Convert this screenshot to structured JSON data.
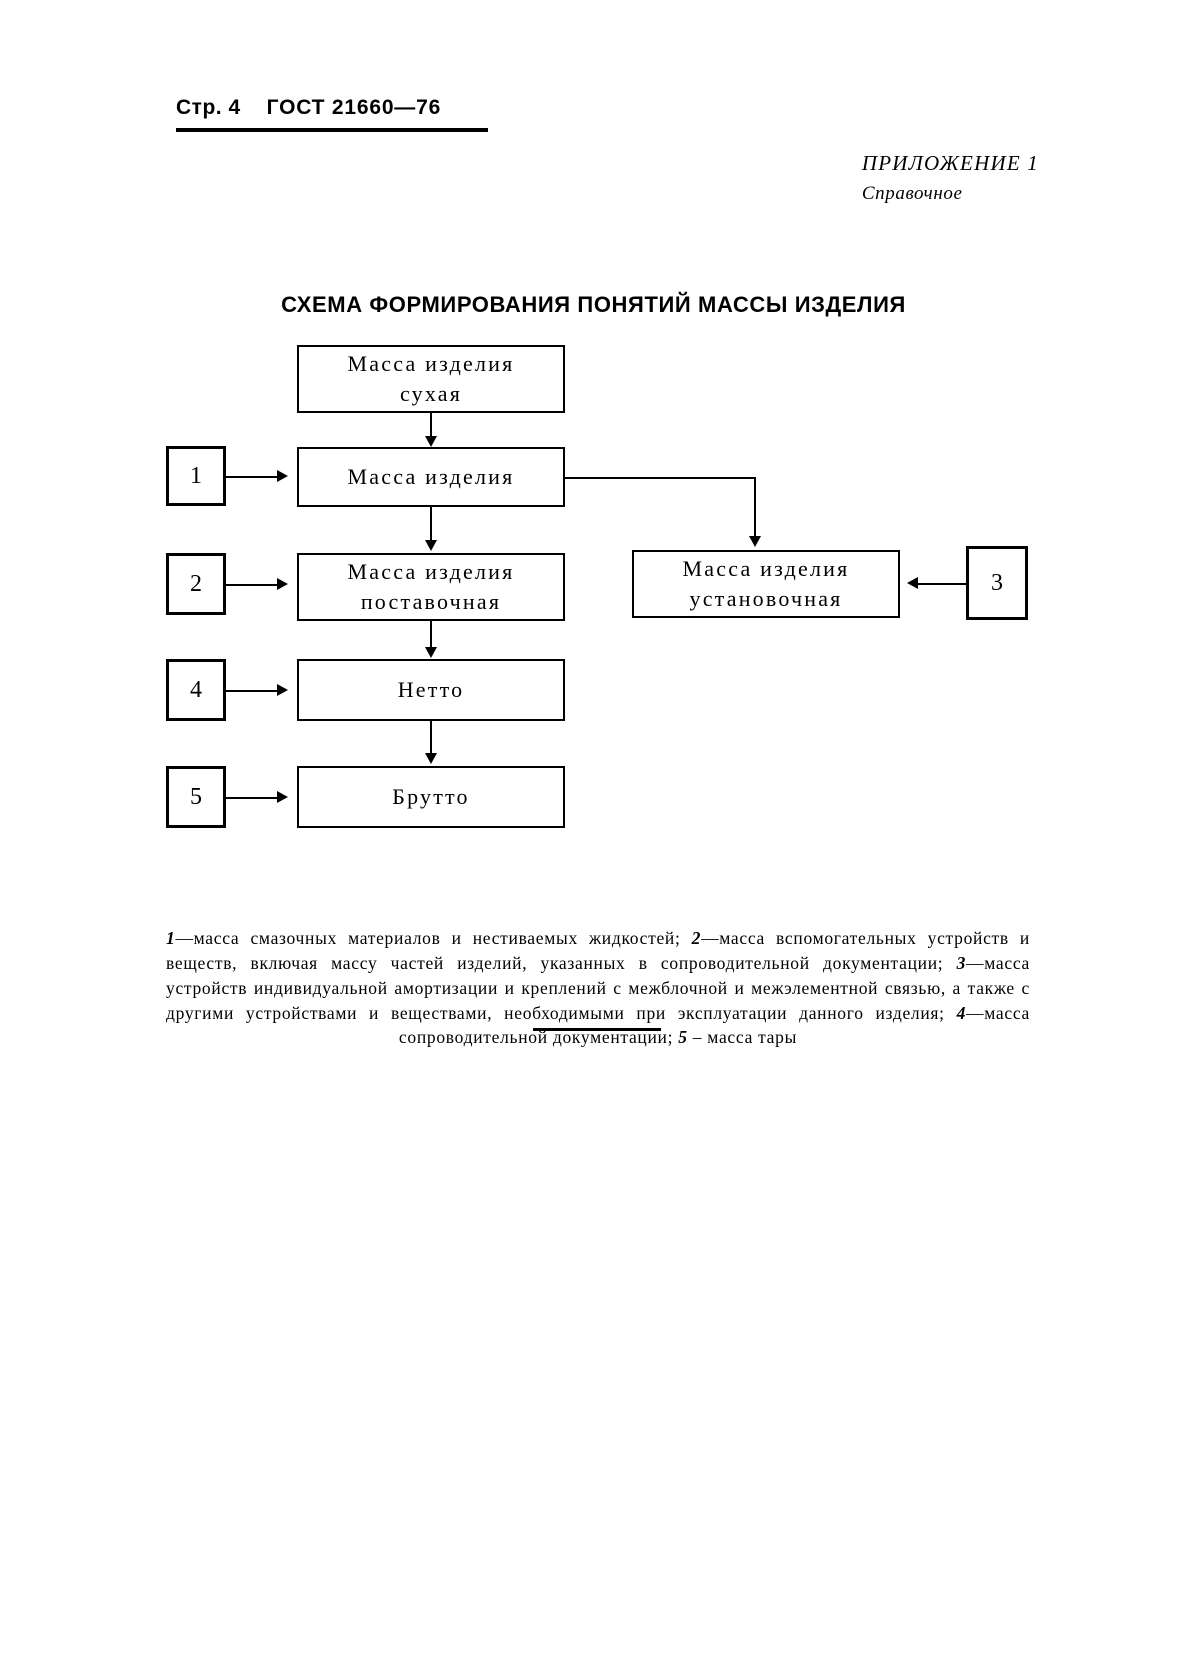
{
  "header": {
    "page_label": "Стр. 4",
    "standard": "ГОСТ 21660—76"
  },
  "appendix": {
    "title": "ПРИЛОЖЕНИЕ 1",
    "subtitle": "Справочное"
  },
  "scheme": {
    "title": "СХЕМА ФОРМИРОВАНИЯ ПОНЯТИЙ МАССЫ ИЗДЕЛИЯ",
    "nodes": [
      {
        "id": "dry",
        "line1": "Масса изделия",
        "line2": "сухая"
      },
      {
        "id": "mass",
        "line1": "Масса изделия",
        "line2": ""
      },
      {
        "id": "delivery",
        "line1": "Масса изделия",
        "line2": "поставочная"
      },
      {
        "id": "netto",
        "line1": "Нетто",
        "line2": ""
      },
      {
        "id": "brutto",
        "line1": "Брутто",
        "line2": ""
      },
      {
        "id": "install",
        "line1": "Масса изделия",
        "line2": "установочная"
      }
    ],
    "callouts": [
      {
        "id": "1",
        "label": "1"
      },
      {
        "id": "2",
        "label": "2"
      },
      {
        "id": "3",
        "label": "3"
      },
      {
        "id": "4",
        "label": "4"
      },
      {
        "id": "5",
        "label": "5"
      }
    ]
  },
  "caption": {
    "full_text": "1—масса смазочных материалов и нестиваемых жидкостей; 2—масса вспомогательных устройств и веществ, включая массу частей изделий, указанных в сопроводительной документации; 3—масса устройств индивидуальной амортизации и креплений с межблочной и межэлементной связью, а также с другими устройствами и веществами, необходимыми при эксплуатации данного изделия; 4—масса сопроводительной документации; 5 – масса тары",
    "items": [
      {
        "index": "1",
        "text": "—масса смазочных материалов и нестиваемых жидкостей; "
      },
      {
        "index": "2",
        "text": "—масса вспомогательных устройств и веществ, включая массу частей изделий, указанных в сопроводительной документации; "
      },
      {
        "index": "3",
        "text": "—масса устройств индивидуальной амортизации и креплений с межблочной и межэлементной связью, а также с другими устройствами и веществами, необходимыми при эксплуатации данного изделия; "
      },
      {
        "index": "4",
        "text": "—масса сопроводительной документации; "
      },
      {
        "index": "5",
        "text": " – масса тары"
      }
    ]
  }
}
